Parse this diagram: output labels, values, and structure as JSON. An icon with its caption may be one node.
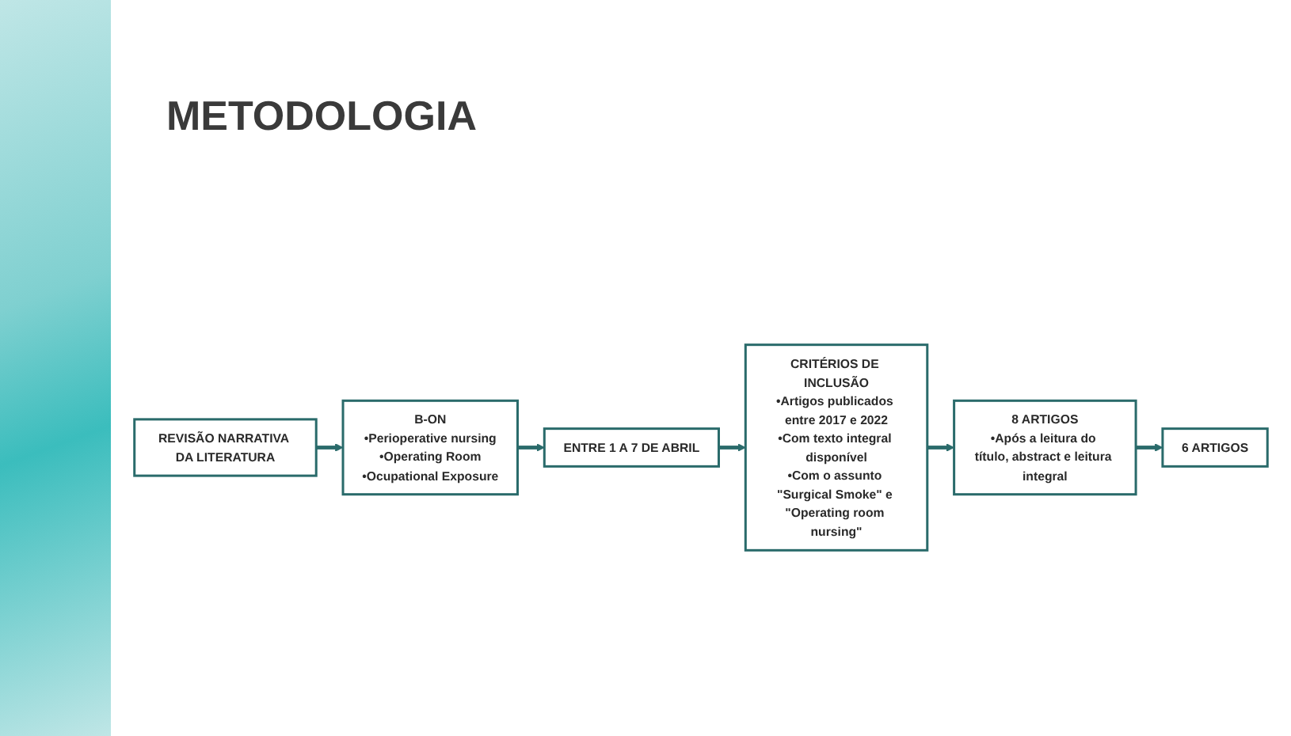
{
  "diagram": {
    "title": "METODOLOGIA",
    "nodes": [
      {
        "text": [
          "REVISÃO NARRATIVA DA LITERATURA"
        ]
      },
      {
        "text": [
          "B-ON",
          "•Perioperative nursing",
          "•Operating Room",
          "•Ocupational Exposure"
        ]
      },
      {
        "text": [
          "ENTRE 1 A 7 DE ABRIL"
        ]
      },
      {
        "text": [
          "CRITÉRIOS DE INCLUSÃO",
          "•Artigos publicados entre 2017 e 2022",
          "•Com texto integral disponível",
          "•Com o assunto \"Surgical Smoke\" e \"Operating room nursing\""
        ]
      },
      {
        "text": [
          "8 ARTIGOS",
          "•Após a leitura do título, abstract e leitura integral"
        ]
      },
      {
        "text": [
          "6 ARTIGOS"
        ]
      }
    ],
    "edges": [
      {
        "from": 0,
        "to": 1,
        "arrow": "to"
      },
      {
        "from": 1,
        "to": 2,
        "arrow": "to"
      },
      {
        "from": 2,
        "to": 3,
        "arrow": "to"
      },
      {
        "from": 3,
        "to": 4,
        "arrow": "to"
      },
      {
        "from": 4,
        "to": 5,
        "arrow": "to"
      }
    ]
  }
}
